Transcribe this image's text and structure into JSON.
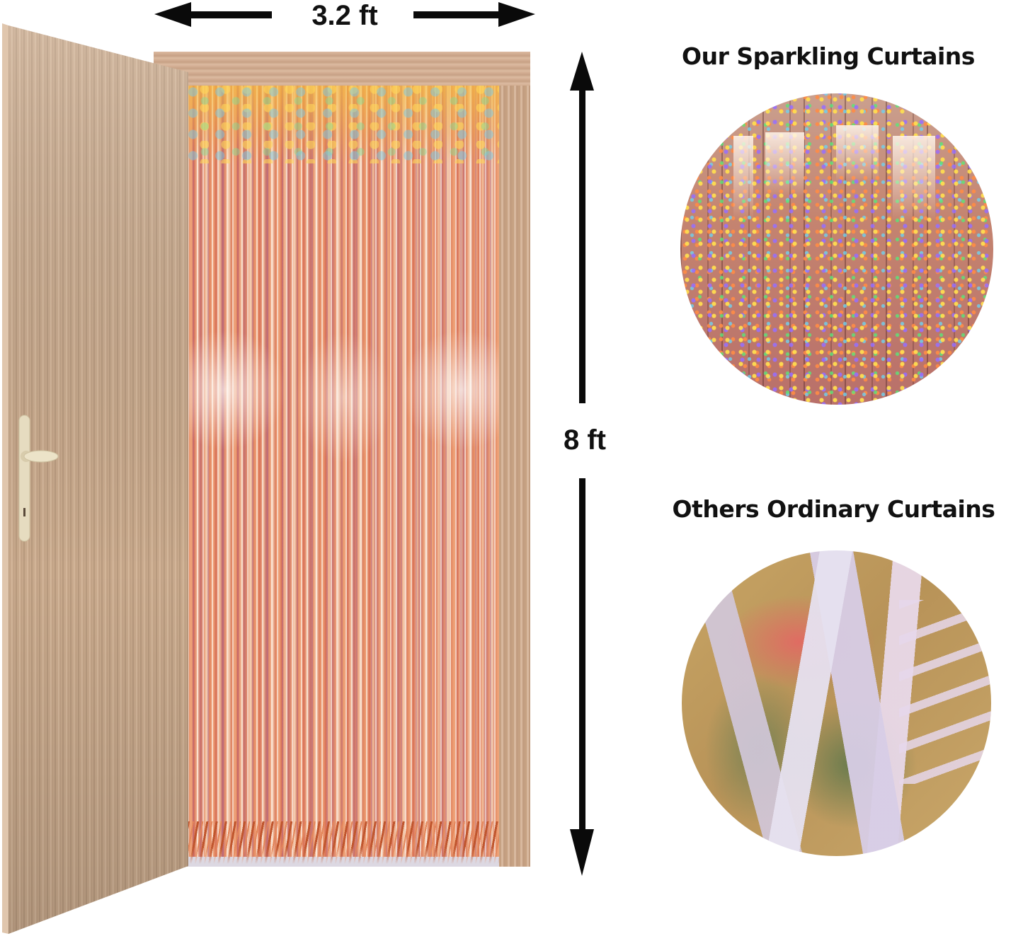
{
  "dimensions": {
    "width_label": "3.2 ft",
    "height_label": "8 ft"
  },
  "comparison": {
    "ours": {
      "heading": "Our Sparkling Curtains",
      "image": "holographic-rose-gold-fringe-closeup"
    },
    "others": {
      "heading": "Others Ordinary Curtains",
      "image": "plain-metallic-fringe-closeup"
    }
  },
  "illustration": {
    "door": "open-wooden-door",
    "curtain": "rose-gold-holographic-foil-fringe-curtain"
  },
  "colors": {
    "text": "#111111",
    "door_wood": "#c4a487",
    "frame": "#d2ad92",
    "curtain_base": "#e49372",
    "background": "#ffffff"
  },
  "icons": {
    "width_arrow": "double-arrow-horizontal",
    "height_arrow": "double-arrow-vertical"
  }
}
